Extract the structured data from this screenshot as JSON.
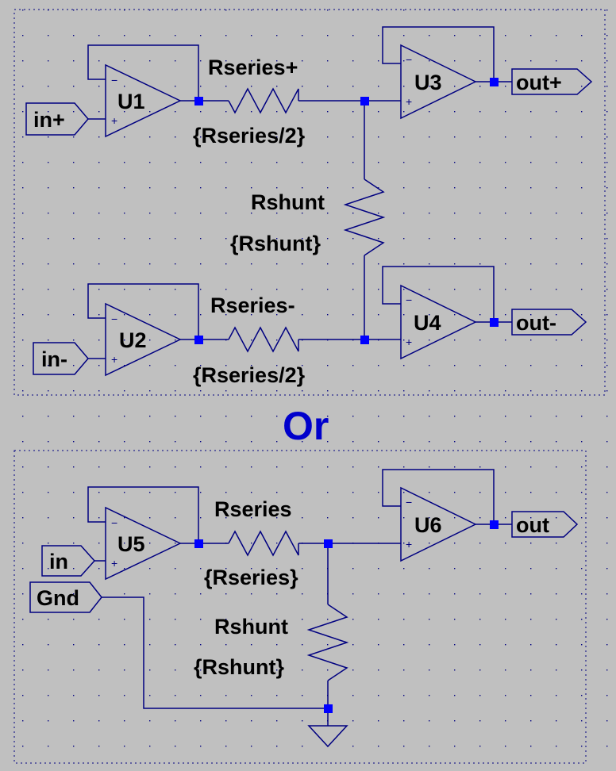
{
  "top_section": {
    "opamps": {
      "u1": "U1",
      "u2": "U2",
      "u3": "U3",
      "u4": "U4"
    },
    "resistors": {
      "rseries_plus": {
        "name": "Rseries+",
        "value": "{Rseries/2}"
      },
      "rseries_minus": {
        "name": "Rseries-",
        "value": "{Rseries/2}"
      },
      "rshunt": {
        "name": "Rshunt",
        "value": "{Rshunt}"
      }
    },
    "ports": {
      "in_plus": "in+",
      "in_minus": "in-",
      "out_plus": "out+",
      "out_minus": "out-"
    }
  },
  "separator": "Or",
  "bottom_section": {
    "opamps": {
      "u5": "U5",
      "u6": "U6"
    },
    "resistors": {
      "rseries": {
        "name": "Rseries",
        "value": "{Rseries}"
      },
      "rshunt": {
        "name": "Rshunt",
        "value": "{Rshunt}"
      }
    },
    "ports": {
      "in": "in",
      "gnd": "Gnd",
      "out": "out"
    }
  },
  "opamp_pins": {
    "inverting": "−",
    "noninverting": "+"
  },
  "colors": {
    "background": "#c0c0c0",
    "wire": "#000080",
    "junction": "#0000ff",
    "text": "#000000",
    "separator": "#0000cc",
    "grid_dot": "#000080"
  }
}
